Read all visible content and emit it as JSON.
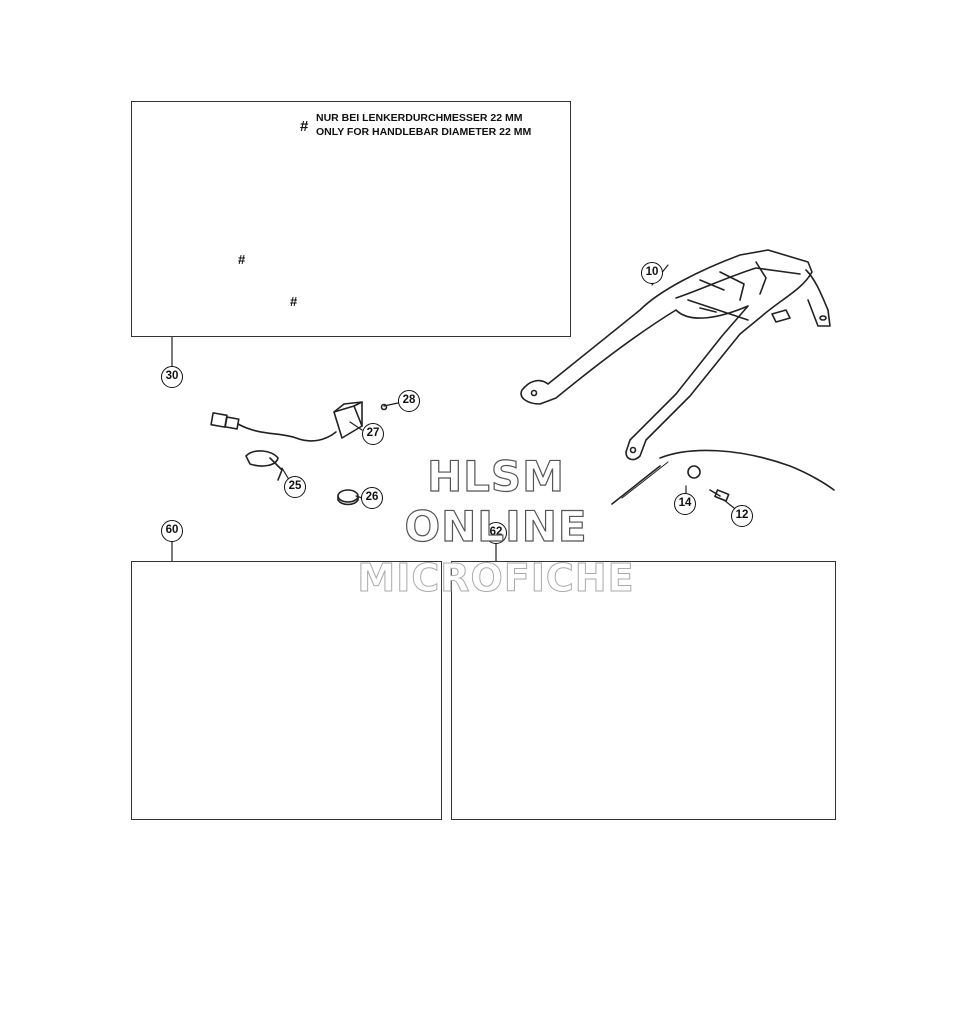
{
  "note": {
    "symbol": "#",
    "line1": "NUR BEI LENKERDURCHMESSER 22 MM",
    "line2": "ONLY FOR HANDLEBAR DIAMETER 22 MM"
  },
  "hash_symbol": "#",
  "callouts": {
    "c30": "30",
    "c10": "10",
    "c28": "28",
    "c27": "27",
    "c25": "25",
    "c26": "26",
    "c14": "14",
    "c12": "12",
    "c60": "60",
    "c62": "62"
  },
  "watermark": {
    "line1": "HLSM",
    "line2": "ONLINE",
    "line3": "MICROFICHE"
  }
}
